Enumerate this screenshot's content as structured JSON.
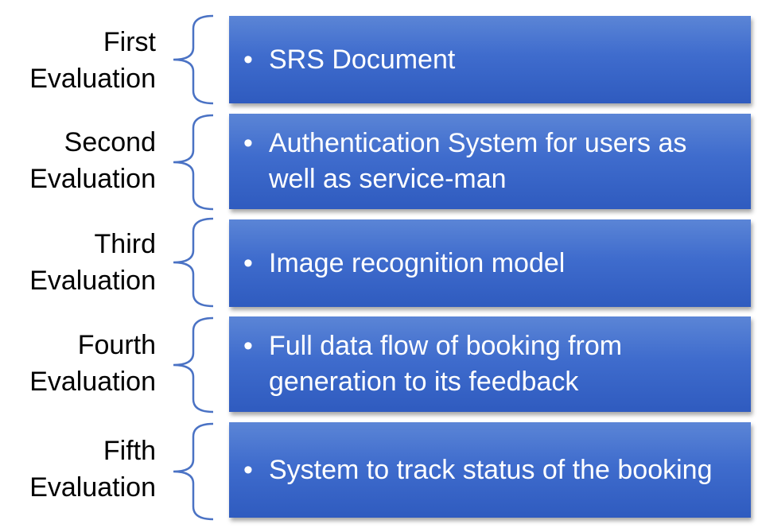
{
  "evaluations": [
    {
      "label_line1": "First",
      "label_line2": "Evaluation",
      "item": "SRS Document"
    },
    {
      "label_line1": "Second",
      "label_line2": "Evaluation",
      "item": "Authentication System for users as well as service-man"
    },
    {
      "label_line1": "Third",
      "label_line2": "Evaluation",
      "item": "Image recognition model"
    },
    {
      "label_line1": "Fourth",
      "label_line2": "Evaluation",
      "item": "Full data flow of booking from generation to its feedback"
    },
    {
      "label_line1": "Fifth",
      "label_line2": "Evaluation",
      "item": "System to track status of the booking"
    }
  ],
  "colors": {
    "box_top": "#5b85d6",
    "box_bottom": "#2f5bbf",
    "brace": "#4a72c4",
    "text_on_box": "#ffffff"
  }
}
